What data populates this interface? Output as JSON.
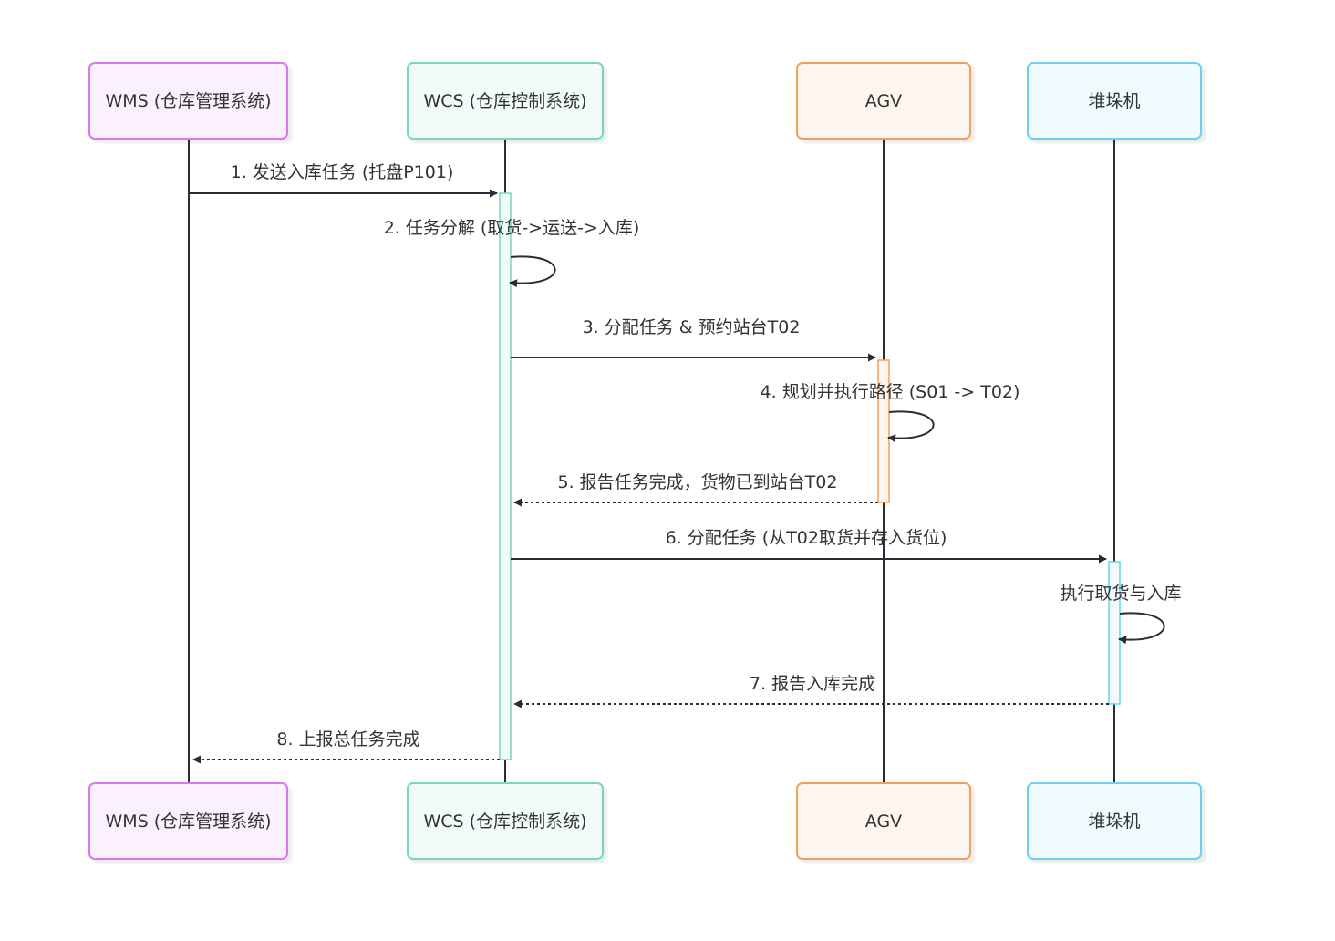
{
  "participants": [
    {
      "id": "wms",
      "label": "WMS (仓库管理系统)",
      "stroke": "#d977ee",
      "fill": "#fbf1fe"
    },
    {
      "id": "wcs",
      "label": "WCS (仓库控制系统)",
      "stroke": "#78d7bd",
      "fill": "#f1fcf8"
    },
    {
      "id": "agv",
      "label": "AGV",
      "stroke": "#f0a05a",
      "fill": "#fef6ee"
    },
    {
      "id": "stacker",
      "label": "堆垛机",
      "stroke": "#6ad3ec",
      "fill": "#effbfe"
    }
  ],
  "messages": [
    {
      "text": "1. 发送入库任务 (托盘P101)"
    },
    {
      "text": "2. 任务分解 (取货->运送->入库)"
    },
    {
      "text": "3. 分配任务 & 预约站台T02"
    },
    {
      "text": "4. 规划并执行路径 (S01 -> T02)"
    },
    {
      "text": "5. 报告任务完成，货物已到站台T02"
    },
    {
      "text": "6. 分配任务 (从T02取货并存入货位)"
    },
    {
      "text": "执行取货与入库"
    },
    {
      "text": "7. 报告入库完成"
    },
    {
      "text": "8. 上报总任务完成"
    }
  ],
  "colors": {
    "line": "#2b2b3a",
    "text": "#333333"
  }
}
